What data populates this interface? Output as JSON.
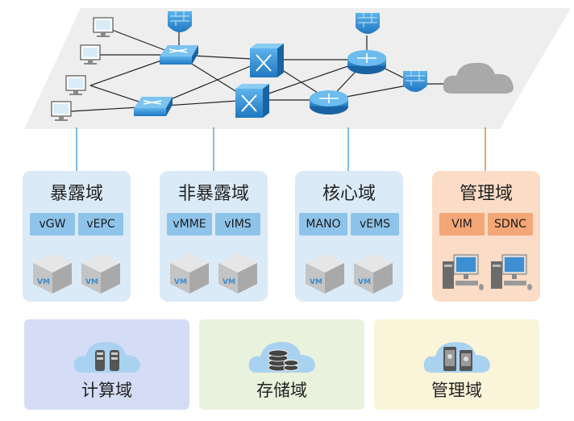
{
  "domains": [
    {
      "title": "暴露域",
      "tags": [
        "vGW",
        "vEPC"
      ],
      "icon": "vm-cube-icon"
    },
    {
      "title": "非暴露域",
      "tags": [
        "vMME",
        "vIMS"
      ],
      "icon": "vm-cube-icon"
    },
    {
      "title": "核心域",
      "tags": [
        "MANO",
        "vEMS"
      ],
      "icon": "vm-cube-icon"
    },
    {
      "title": "管理域",
      "tags": [
        "VIM",
        "SDNC"
      ],
      "icon": "workstation-icon"
    }
  ],
  "vm_label": "VM",
  "pools": [
    {
      "label": "计算域",
      "icon": "server-cloud-icon"
    },
    {
      "label": "存储域",
      "icon": "database-cloud-icon"
    },
    {
      "label": "管理域",
      "icon": "mobile-cloud-icon"
    }
  ],
  "colors": {
    "domain_blue": "#dbeaf7",
    "domain_orange": "#fbdcc6",
    "tag_blue": "#8ec3ea",
    "tag_orange": "#f3a677",
    "device_blue": "#2f8fd6",
    "pool_compute": "#d5dcf5",
    "pool_storage": "#e9f2dc",
    "pool_manage": "#faf4d9",
    "link_blue": "#4aa3d8",
    "link_orange": "#c98a3c"
  }
}
